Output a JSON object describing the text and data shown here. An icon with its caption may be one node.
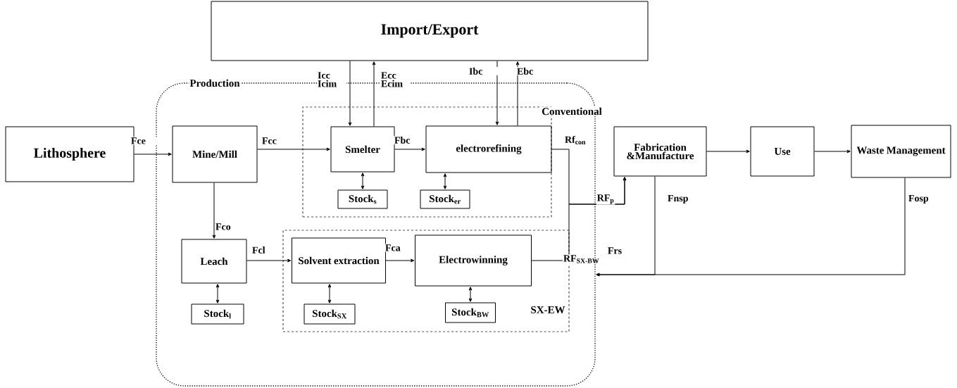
{
  "diagram": {
    "nodes": [
      {
        "text": [
          "Import/Export"
        ]
      },
      {
        "text": [
          "Production"
        ]
      },
      {
        "text": [
          "Conventional"
        ],
        "in": 1
      },
      {
        "text": [
          "SX-EW"
        ],
        "in": 1
      },
      {
        "text": [
          "Lithosphere"
        ]
      },
      {
        "text": [
          "Mine/Mill"
        ],
        "in": 1
      },
      {
        "text": [
          "Smelter"
        ],
        "in": 2
      },
      {
        "text": [
          "electrorefining"
        ],
        "in": 2
      },
      {
        "text": [
          "Stock$_{s}$"
        ],
        "in": 2
      },
      {
        "text": [
          "Stock$_{er}$"
        ],
        "in": 2
      },
      {
        "text": [
          "Leach"
        ],
        "in": 1
      },
      {
        "text": [
          "Solvent extraction"
        ],
        "in": 3
      },
      {
        "text": [
          "Electrowinning"
        ],
        "in": 3
      },
      {
        "text": [
          "Stock$_{l}$"
        ],
        "in": 1
      },
      {
        "text": [
          "Stock$_{SX}$"
        ],
        "in": 3
      },
      {
        "text": [
          "Stock$_{BW}$"
        ],
        "in": 3
      },
      {
        "text": [
          "Fabrication &Manufacture"
        ]
      },
      {
        "text": [
          "Use"
        ]
      },
      {
        "text": [
          "Waste Management"
        ]
      }
    ],
    "edges": [
      {
        "from": 4,
        "to": 5,
        "arrow": "to",
        "label": "Fce"
      },
      {
        "from": 5,
        "to": 6,
        "arrow": "to",
        "label": "Fcc"
      },
      {
        "from": 6,
        "to": 7,
        "arrow": "to",
        "label": "Fbc"
      },
      {
        "from": 5,
        "to": 10,
        "arrow": "to",
        "label": "Fco"
      },
      {
        "from": 10,
        "to": 11,
        "arrow": "to",
        "label": "Fcl"
      },
      {
        "from": 11,
        "to": 12,
        "arrow": "to",
        "label": "Fca"
      },
      {
        "from": 6,
        "to": 8,
        "arrow": "both"
      },
      {
        "from": 7,
        "to": 9,
        "arrow": "both"
      },
      {
        "from": 10,
        "to": 13,
        "arrow": "both"
      },
      {
        "from": 11,
        "to": 14,
        "arrow": "both"
      },
      {
        "from": 12,
        "to": 15,
        "arrow": "both"
      },
      {
        "from": 0,
        "to": 6,
        "arrow": "to",
        "label": "Icc Icim"
      },
      {
        "from": 6,
        "to": 0,
        "arrow": "to",
        "label": "Ecc Ecim"
      },
      {
        "from": 0,
        "to": 7,
        "arrow": "to",
        "label": "Ibc"
      },
      {
        "from": 7,
        "to": 0,
        "arrow": "to",
        "label": "Ebc"
      },
      {
        "from": 7,
        "to": 16,
        "arrow": "to",
        "label": "Rf$_{con}$"
      },
      {
        "from": 12,
        "to": 16,
        "arrow": "to",
        "label": "RF$_{SX-BW}$"
      },
      {
        "from": 16,
        "to": 17,
        "arrow": "to"
      },
      {
        "from": 17,
        "to": 18,
        "arrow": "to"
      },
      {
        "from": 16,
        "to": 1,
        "arrow": "to",
        "label": "Fnsp"
      },
      {
        "from": 18,
        "to": 1,
        "arrow": "to",
        "label": "Fosp"
      }
    ],
    "labels": [
      "RF$_{p}$",
      "Frs"
    ]
  }
}
